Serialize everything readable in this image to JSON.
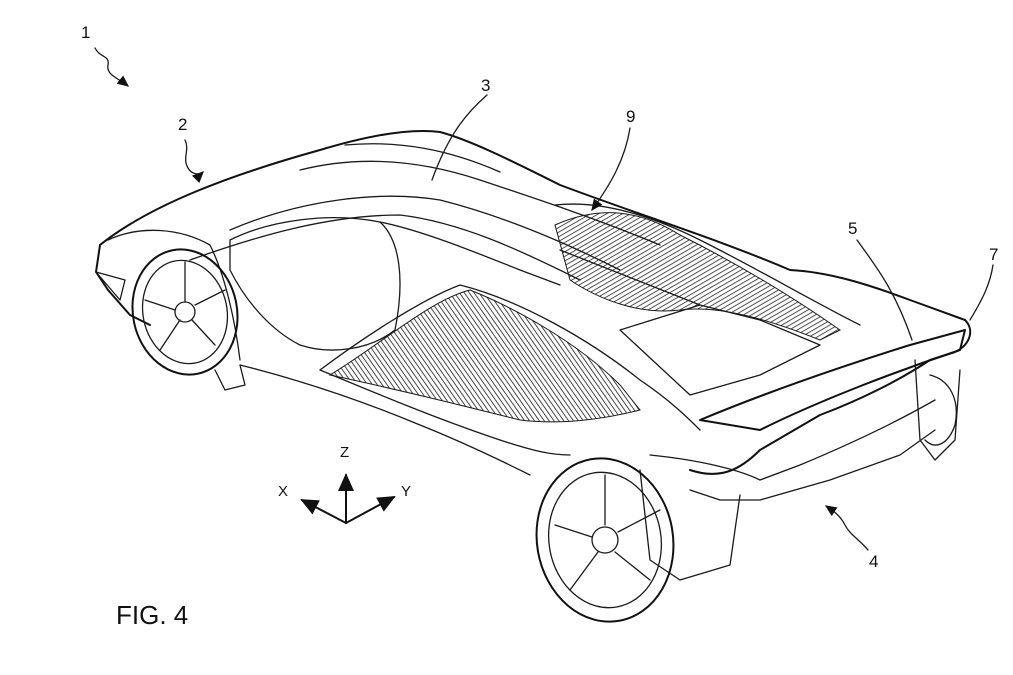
{
  "figure": {
    "label": "FIG. 4"
  },
  "reference_numerals": {
    "vehicle": "1",
    "front": "2",
    "cockpit": "3",
    "rear": "4",
    "wing": "5",
    "wing_edge": "7",
    "intake": "9"
  },
  "axes": {
    "x": "X",
    "y": "Y",
    "z": "Z"
  }
}
